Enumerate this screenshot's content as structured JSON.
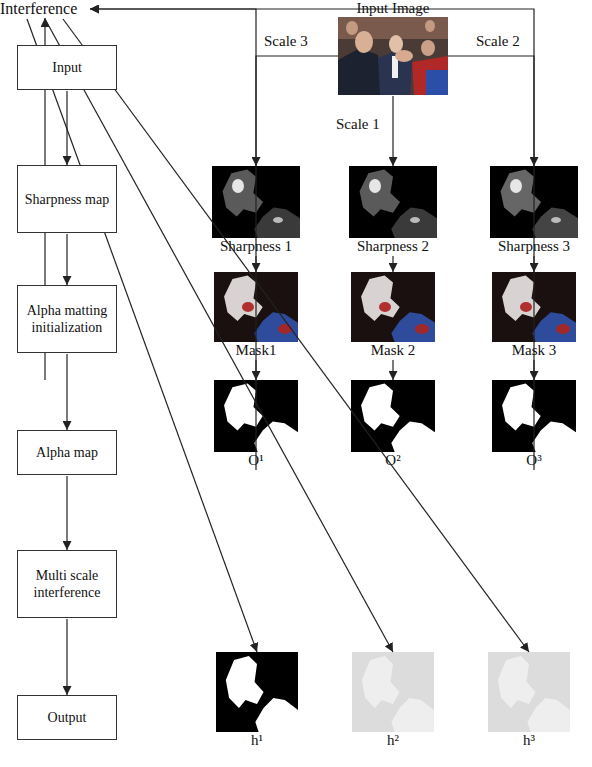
{
  "diagram": {
    "nodes": [
      {
        "text": [
          "Input"
        ]
      },
      {
        "text": [
          "Sharpness map"
        ]
      },
      {
        "text": [
          "Alpha matting initialization"
        ]
      },
      {
        "text": [
          "Alpha map"
        ]
      },
      {
        "text": [
          "Multi scale interference"
        ]
      },
      {
        "text": [
          "Output"
        ]
      },
      {
        "text": [
          "Input Image"
        ]
      },
      {
        "text": [
          "Sharpness 1"
        ]
      },
      {
        "text": [
          "Sharpness 2"
        ]
      },
      {
        "text": [
          "Sharpness 3"
        ]
      },
      {
        "text": [
          "Mask1"
        ]
      },
      {
        "text": [
          "Mask 2"
        ]
      },
      {
        "text": [
          "Mask 3"
        ]
      },
      {
        "text": [
          "O¹"
        ]
      },
      {
        "text": [
          "O²"
        ]
      },
      {
        "text": [
          "O³"
        ]
      },
      {
        "text": [
          "Interference"
        ]
      },
      {
        "text": [
          "h¹"
        ]
      },
      {
        "text": [
          "h²"
        ]
      },
      {
        "text": [
          "h³"
        ]
      }
    ],
    "edges": [
      {
        "from": 0,
        "to": 1,
        "arrow": "to"
      },
      {
        "from": 1,
        "to": 2,
        "arrow": "to"
      },
      {
        "from": 2,
        "to": 3,
        "arrow": "to"
      },
      {
        "from": 3,
        "to": 4,
        "arrow": "to"
      },
      {
        "from": 4,
        "to": 5,
        "arrow": "to"
      },
      {
        "from": 6,
        "to": 7,
        "label": "Scale 3",
        "arrow": "to"
      },
      {
        "from": 6,
        "to": 8,
        "label": "Scale 1",
        "arrow": "to"
      },
      {
        "from": 6,
        "to": 9,
        "label": "Scale 2",
        "arrow": "to"
      },
      {
        "from": 7,
        "to": 10,
        "arrow": "to"
      },
      {
        "from": 8,
        "to": 11,
        "arrow": "to"
      },
      {
        "from": 9,
        "to": 12,
        "arrow": "to"
      },
      {
        "from": 10,
        "to": 13,
        "arrow": "to"
      },
      {
        "from": 11,
        "to": 14,
        "arrow": "to"
      },
      {
        "from": 12,
        "to": 15,
        "arrow": "to"
      },
      {
        "from": 13,
        "to": 16,
        "arrow": "to"
      },
      {
        "from": 14,
        "to": 16,
        "arrow": "to"
      },
      {
        "from": 15,
        "to": 16,
        "arrow": "to"
      },
      {
        "from": 16,
        "to": 17,
        "arrow": "to"
      },
      {
        "from": 16,
        "to": 18,
        "arrow": "to"
      },
      {
        "from": 16,
        "to": 19,
        "arrow": "to"
      }
    ]
  }
}
